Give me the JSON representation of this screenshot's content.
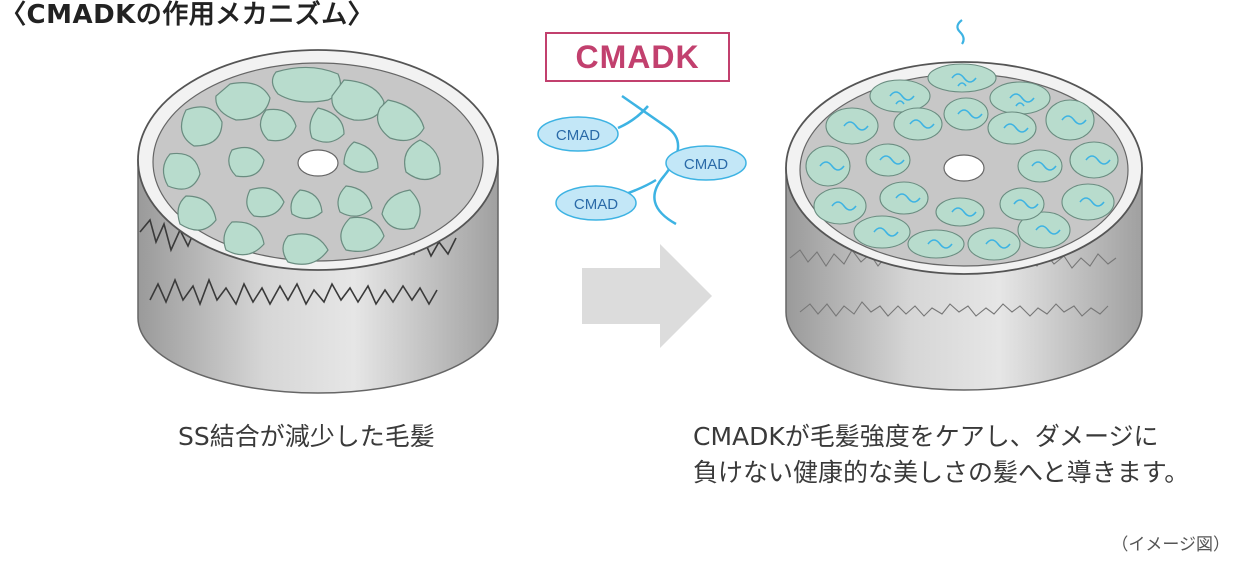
{
  "heading": "〈CMADKの作用メカニズム〉",
  "badge": "CMADK",
  "molecule_labels": [
    "CMAD",
    "CMAD",
    "CMAD"
  ],
  "caption_left": "SS結合が減少した毛髪",
  "caption_right": [
    "CMADKが毛髪強度をケアし、ダメージに",
    "負けない健康的な美しさの髪へと導きます。"
  ],
  "note": "（イメージ図）",
  "colors": {
    "cell_fill": "#b8dccd",
    "cortex_blue": "#3db3e3",
    "badge": "#c2406e",
    "arrow": "#dcdcdc",
    "drum": "#c9c9c9"
  }
}
